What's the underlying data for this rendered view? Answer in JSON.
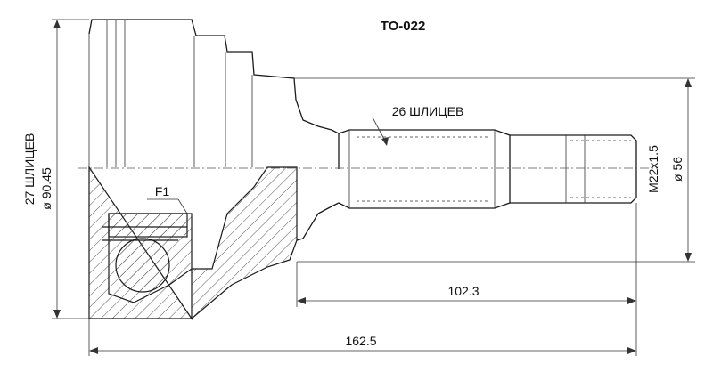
{
  "title": "TO-022",
  "labels": {
    "inner_splines": "26 ШЛИЦЕВ",
    "outer_splines": "27 ШЛИЦЕВ",
    "outer_diameter": "ø 90.45",
    "thread": "M22x1.5",
    "seal_diameter": "ø 56",
    "shaft_length": "102.3",
    "total_length": "162.5",
    "detail": "F1"
  },
  "colors": {
    "line": "#1a1a1a",
    "hatch": "#555555"
  }
}
